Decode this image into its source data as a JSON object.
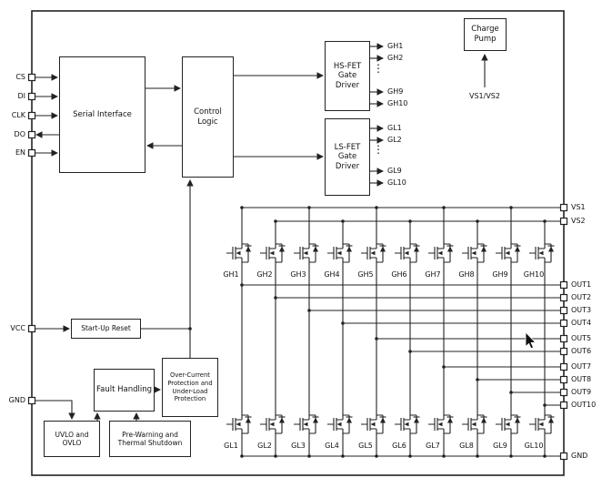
{
  "pins": {
    "left": [
      "CS",
      "DI",
      "CLK",
      "DO",
      "EN",
      "VCC",
      "GND"
    ],
    "right": [
      "VS1",
      "VS2",
      "OUT1",
      "OUT2",
      "OUT3",
      "OUT4",
      "OUT5",
      "OUT6",
      "OUT7",
      "OUT8",
      "OUT9",
      "OUT10",
      "GND"
    ]
  },
  "blocks": {
    "serial_interface": "Serial Interface",
    "control_logic": "Control Logic",
    "hs_driver": "HS-FET Gate Driver",
    "ls_driver": "LS-FET Gate Driver",
    "charge_pump": "Charge Pump",
    "startup_reset": "Start-Up Reset",
    "fault_handling": "Fault Handling",
    "ocp": "Over-Current Protection and Under-Load Protection",
    "uvlo": "UVLO and OVLO",
    "prewarn": "Pre-Warning and Thermal Shutdown"
  },
  "charge_pump_supply": "VS1/VS2",
  "gate_driver_outputs": {
    "hs": [
      "GH1",
      "GH2",
      "GH9",
      "GH10"
    ],
    "ls": [
      "GL1",
      "GL2",
      "GL9",
      "GL10"
    ],
    "ellipsis": "⋮"
  },
  "fet_labels": {
    "high_side": [
      "GH1",
      "GH2",
      "GH3",
      "GH4",
      "GH5",
      "GH6",
      "GH7",
      "GH8",
      "GH9",
      "GH10"
    ],
    "low_side": [
      "GL1",
      "GL2",
      "GL3",
      "GL4",
      "GL5",
      "GL6",
      "GL7",
      "GL8",
      "GL9",
      "GL10"
    ]
  },
  "colors": {
    "line": "#222222",
    "background": "#ffffff"
  }
}
